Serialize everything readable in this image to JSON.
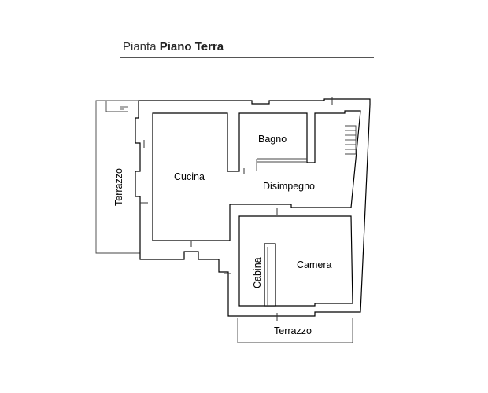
{
  "title": {
    "prefix": "Pianta",
    "emphasis": "Piano Terra"
  },
  "rooms": {
    "terrazzo_west": "Terrazzo",
    "cucina": "Cucina",
    "bagno": "Bagno",
    "disimpegno": "Disimpegno",
    "cabina": "Cabina",
    "camera": "Camera",
    "terrazzo_south": "Terrazzo"
  },
  "colors": {
    "wall": "#000000",
    "fill": "#ffffff",
    "title_rule": "#555555"
  }
}
